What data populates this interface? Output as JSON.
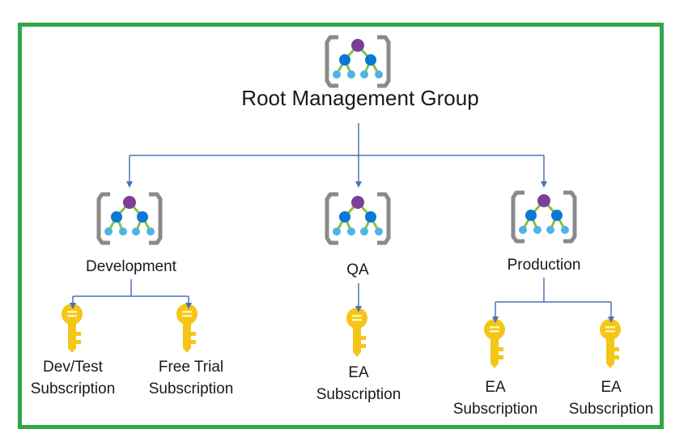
{
  "root": {
    "label": "Root Management Group",
    "icon": "management-group-icon"
  },
  "groups": [
    {
      "label": "Development",
      "icon": "management-group-icon",
      "subscriptions": [
        {
          "line1": "Dev/Test",
          "line2": "Subscription",
          "icon": "key-icon"
        },
        {
          "line1": "Free Trial",
          "line2": "Subscription",
          "icon": "key-icon"
        }
      ]
    },
    {
      "label": "QA",
      "icon": "management-group-icon",
      "subscriptions": [
        {
          "line1": "EA",
          "line2": "Subscription",
          "icon": "key-icon"
        }
      ]
    },
    {
      "label": "Production",
      "icon": "management-group-icon",
      "subscriptions": [
        {
          "line1": "EA",
          "line2": "Subscription",
          "icon": "key-icon"
        },
        {
          "line1": "EA",
          "line2": "Subscription",
          "icon": "key-icon"
        }
      ]
    }
  ],
  "colors": {
    "border": "#2ea84a",
    "connector": "#4a74b5",
    "node_purple": "#7b3f98",
    "node_blue": "#0a78d4",
    "node_light": "#4fb3e6",
    "edge_green": "#86c23e",
    "bracket": "#8a8a8a",
    "key": "#f5c518"
  }
}
